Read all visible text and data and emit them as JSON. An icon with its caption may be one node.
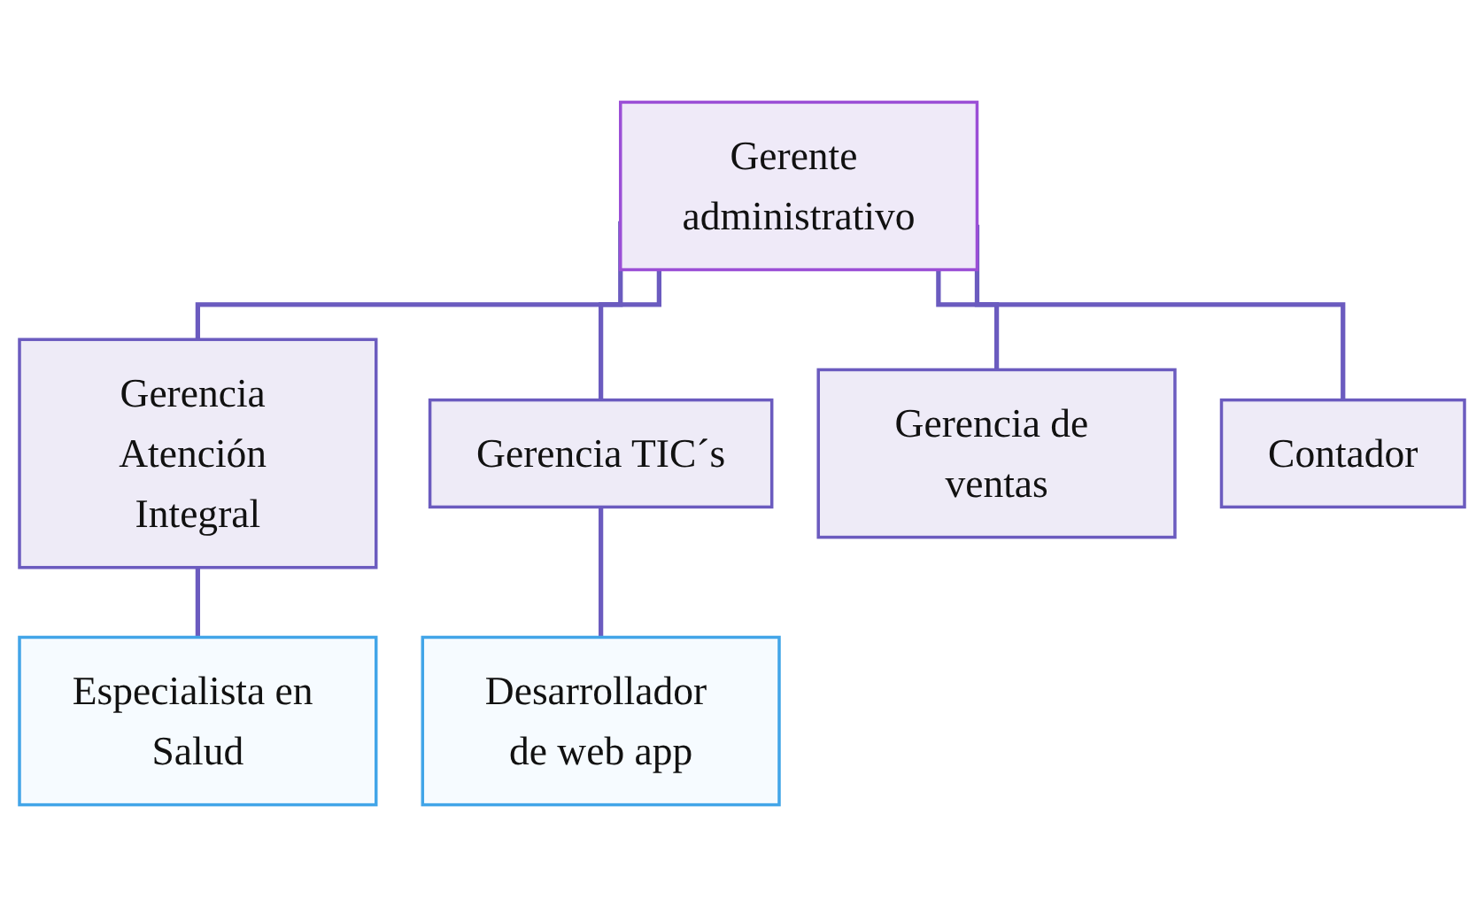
{
  "diagram": {
    "nodes": [
      {
        "text": [
          "Gerente administrativo"
        ]
      },
      {
        "text": [
          "Gerencia Atención Integral"
        ]
      },
      {
        "text": [
          "Gerencia TIC´s"
        ]
      },
      {
        "text": [
          "Gerencia de ventas"
        ]
      },
      {
        "text": [
          "Contador"
        ]
      },
      {
        "text": [
          "Especialista en Salud"
        ]
      },
      {
        "text": [
          "Desarrollador de web app"
        ]
      }
    ],
    "edges": [
      {
        "from": 0,
        "to": 1,
        "arrow": "none"
      },
      {
        "from": 0,
        "to": 2,
        "arrow": "none"
      },
      {
        "from": 0,
        "to": 3,
        "arrow": "none"
      },
      {
        "from": 0,
        "to": 4,
        "arrow": "none"
      },
      {
        "from": 1,
        "to": 5,
        "arrow": "none"
      },
      {
        "from": 2,
        "to": 6,
        "arrow": "none"
      }
    ]
  }
}
